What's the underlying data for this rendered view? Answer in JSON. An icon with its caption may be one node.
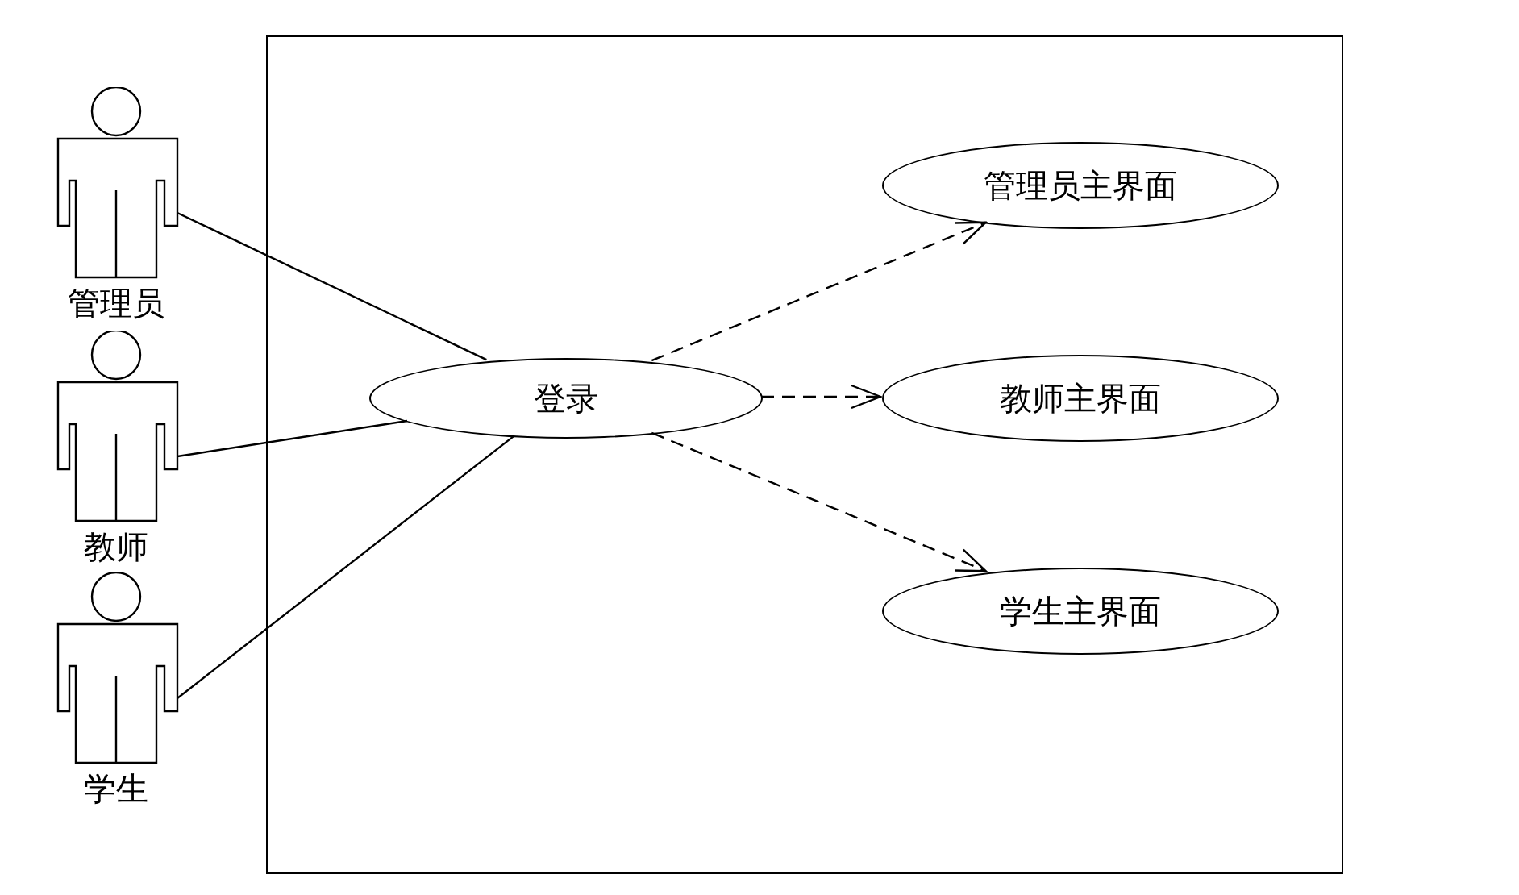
{
  "diagram": {
    "nodes": [
      {
        "text": [],
        "shape": "box"
      },
      {
        "text": [
          "管理员"
        ]
      },
      {
        "text": [
          "教师"
        ]
      },
      {
        "text": [
          "学生"
        ]
      },
      {
        "text": [
          "登录"
        ],
        "in": 0
      },
      {
        "text": [
          "管理员主界面"
        ],
        "in": 0
      },
      {
        "text": [
          "教师主界面"
        ],
        "in": 0
      },
      {
        "text": [
          "学生主界面"
        ],
        "in": 0
      }
    ],
    "edges": [
      {
        "from": 1,
        "to": 4,
        "arrow": "none"
      },
      {
        "from": 2,
        "to": 4,
        "arrow": "none"
      },
      {
        "from": 3,
        "to": 4,
        "arrow": "none"
      },
      {
        "from": 4,
        "to": 5,
        "arrow": "to",
        "style": "dashed"
      },
      {
        "from": 4,
        "to": 6,
        "arrow": "to",
        "style": "dashed"
      },
      {
        "from": 4,
        "to": 7,
        "arrow": "to",
        "style": "dashed"
      }
    ]
  }
}
